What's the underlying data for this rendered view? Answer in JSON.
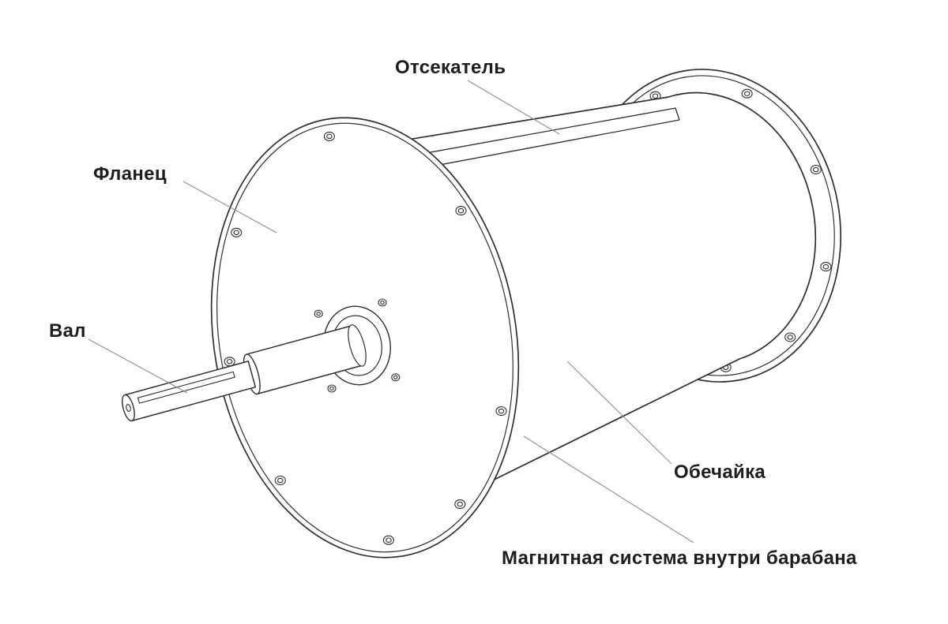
{
  "diagram": {
    "background": "#ffffff",
    "colors": {
      "line": "#2f2f2f",
      "leader": "#8f8f8f",
      "text": "#1d1d1d"
    },
    "labels": {
      "cutoff": "Отсекатель",
      "flange": "Фланец",
      "shaft": "Вал",
      "shell": "Обечайка",
      "magnetic_system": "Магнитная система внутри барабана"
    }
  }
}
